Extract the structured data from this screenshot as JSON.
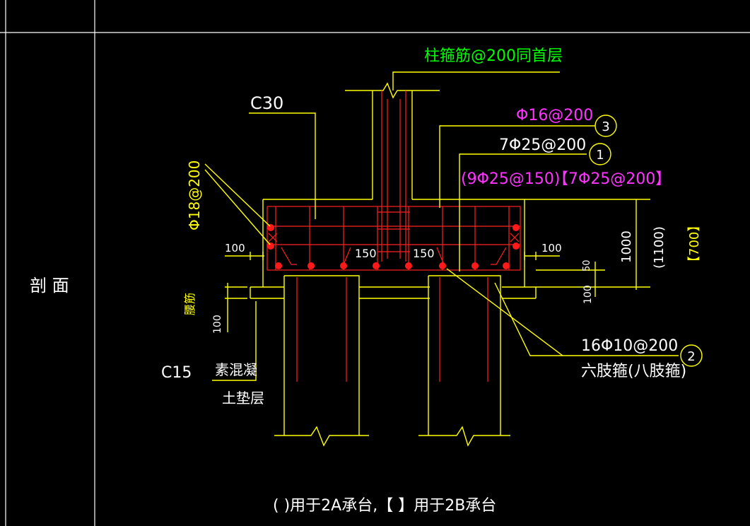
{
  "colors": {
    "background": "#000000",
    "outline": "#ffffff",
    "concrete": "#ffff00",
    "rebar": "#ff2020",
    "label_green": "#00ff00",
    "label_magenta": "#ff33ff"
  },
  "section_label": "剖 面",
  "labels": {
    "column_stirrup": "柱箍筋@200同首层",
    "concrete_grade": "C30",
    "top_bar": "Φ16@200",
    "bottom_bar": "7Φ25@200",
    "bottom_bar_alt_paren": "(9Φ25@150)",
    "bottom_bar_alt_bracket": "【7Φ25@200】",
    "side_bar": "Φ18@200",
    "side_bar_note": "腰筋",
    "dim_100_left": "100",
    "dim_100_right": "100",
    "dim_150_a": "150",
    "dim_150_b": "150",
    "dim_100_lower_left": "100",
    "dim_1000": "1000",
    "dim_1100": "(1100)",
    "dim_700": "【700】",
    "dim_50": "50",
    "dim_100_right_low": "100",
    "stirrup": "16Φ10@200",
    "stirrup_type": "六肢箍(八肢箍)",
    "cushion_grade": "C15",
    "cushion_line1": "素混凝",
    "cushion_line2": "土垫层",
    "footnote": "( )用于2A承台,【 】用于2B承台"
  },
  "markers": {
    "m1": "1",
    "m2": "2",
    "m3": "3"
  }
}
